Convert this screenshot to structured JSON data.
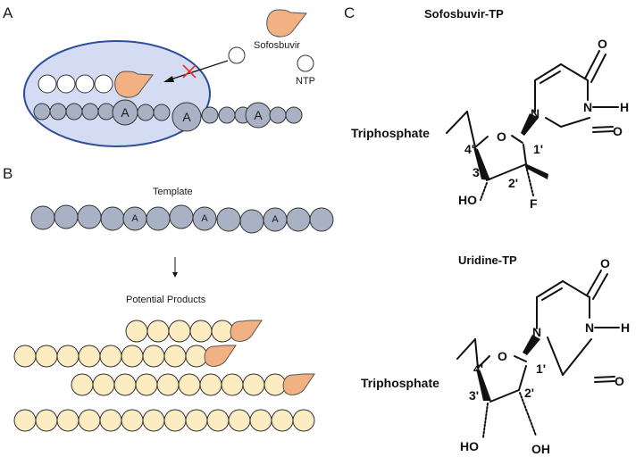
{
  "panels": {
    "a": "A",
    "b": "B",
    "c": "C"
  },
  "panel_a": {
    "sofosbuvir_label": "Sofosbuvir",
    "ntp_label": "NTP",
    "adenine_label": "A"
  },
  "panel_b": {
    "template_label": "Template",
    "adenine_label": "A",
    "products_label": "Potential Products"
  },
  "panel_c": {
    "sofosbuvir_tp": {
      "title": "Sofosbuvir-TP",
      "triphosphate": "Triphosphate",
      "ring_o": "O",
      "c4": "4'",
      "c1": "1'",
      "c3": "3'",
      "c2": "2'",
      "ho": "HO",
      "f": "F",
      "n1": "N",
      "n3": "N",
      "h": "H",
      "o_top": "O",
      "o_right": "O"
    },
    "uridine_tp": {
      "title": "Uridine-TP",
      "triphosphate": "Triphosphate",
      "ring_o": "O",
      "c4": "4'",
      "c1": "1'",
      "c3": "3'",
      "c2": "2'",
      "ho3": "HO",
      "oh2": "OH",
      "n1": "N",
      "n3": "N",
      "h": "H",
      "o_top": "O",
      "o_right": "O"
    }
  },
  "colors": {
    "template_bead": "#a9b2c5",
    "product_bead": "#fdebc2",
    "drug": "#f2b183",
    "pocket_fill": "#d3dcf3",
    "pocket_stroke": "#2f4f9a",
    "block_x": "#e8332b"
  }
}
